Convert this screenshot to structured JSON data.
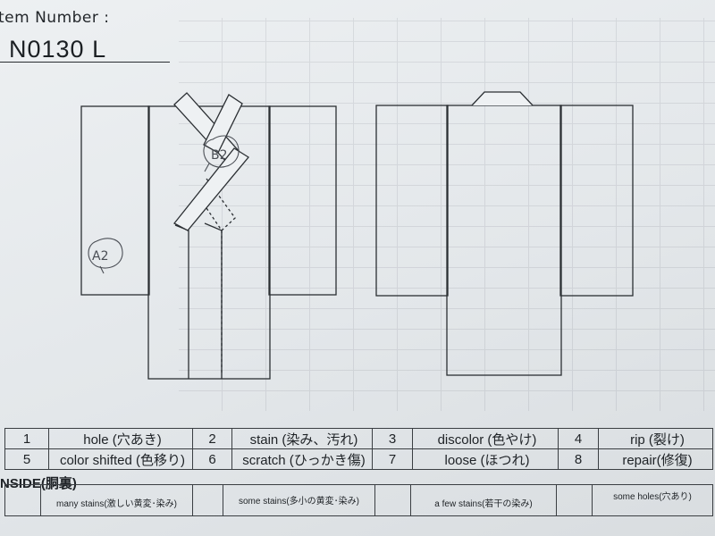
{
  "header": {
    "item_number_label": "tem Number :",
    "item_number_value": "N0130   L"
  },
  "diagram": {
    "front_markers": [
      "B2",
      "A2"
    ]
  },
  "defect_codes": [
    {
      "num": "1",
      "label": "hole (穴あき)"
    },
    {
      "num": "2",
      "label": "stain (染み、汚れ)"
    },
    {
      "num": "3",
      "label": "discolor (色やけ)"
    },
    {
      "num": "4",
      "label": "rip (裂け)"
    },
    {
      "num": "5",
      "label": "color shifted (色移り)"
    },
    {
      "num": "6",
      "label": "scratch (ひっかき傷)"
    },
    {
      "num": "7",
      "label": "loose (ほつれ)"
    },
    {
      "num": "8",
      "label": "repair(修復)"
    }
  ],
  "inside": {
    "heading": "NSIDE(胴裏)",
    "notes": [
      "many stains(激しい黄変･染み)",
      "some stains(多小の黄変･染み)",
      "a few stains(若干の染み)",
      "some holes(穴あり)"
    ]
  }
}
